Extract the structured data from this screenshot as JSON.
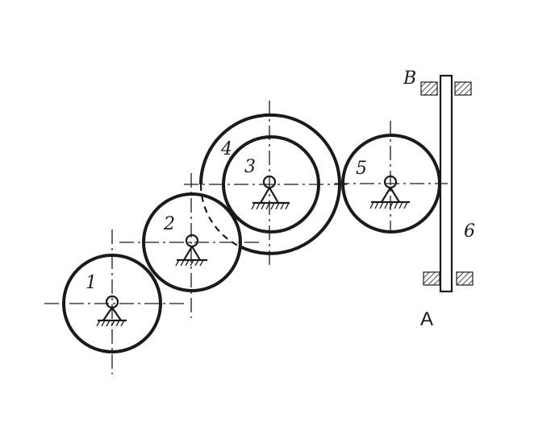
{
  "labels": {
    "gear1": "1",
    "gear2": "2",
    "gear3": "3",
    "gear4": "4",
    "gear5": "5",
    "rack": "6",
    "support_top": "B",
    "point_A": "A"
  },
  "colors": {
    "ink": "#1a1a1a",
    "background": "#ffffff"
  },
  "icons": {
    "pivot": "fixed-pivot-support-icon",
    "guide": "hatched-guide-block-icon"
  }
}
